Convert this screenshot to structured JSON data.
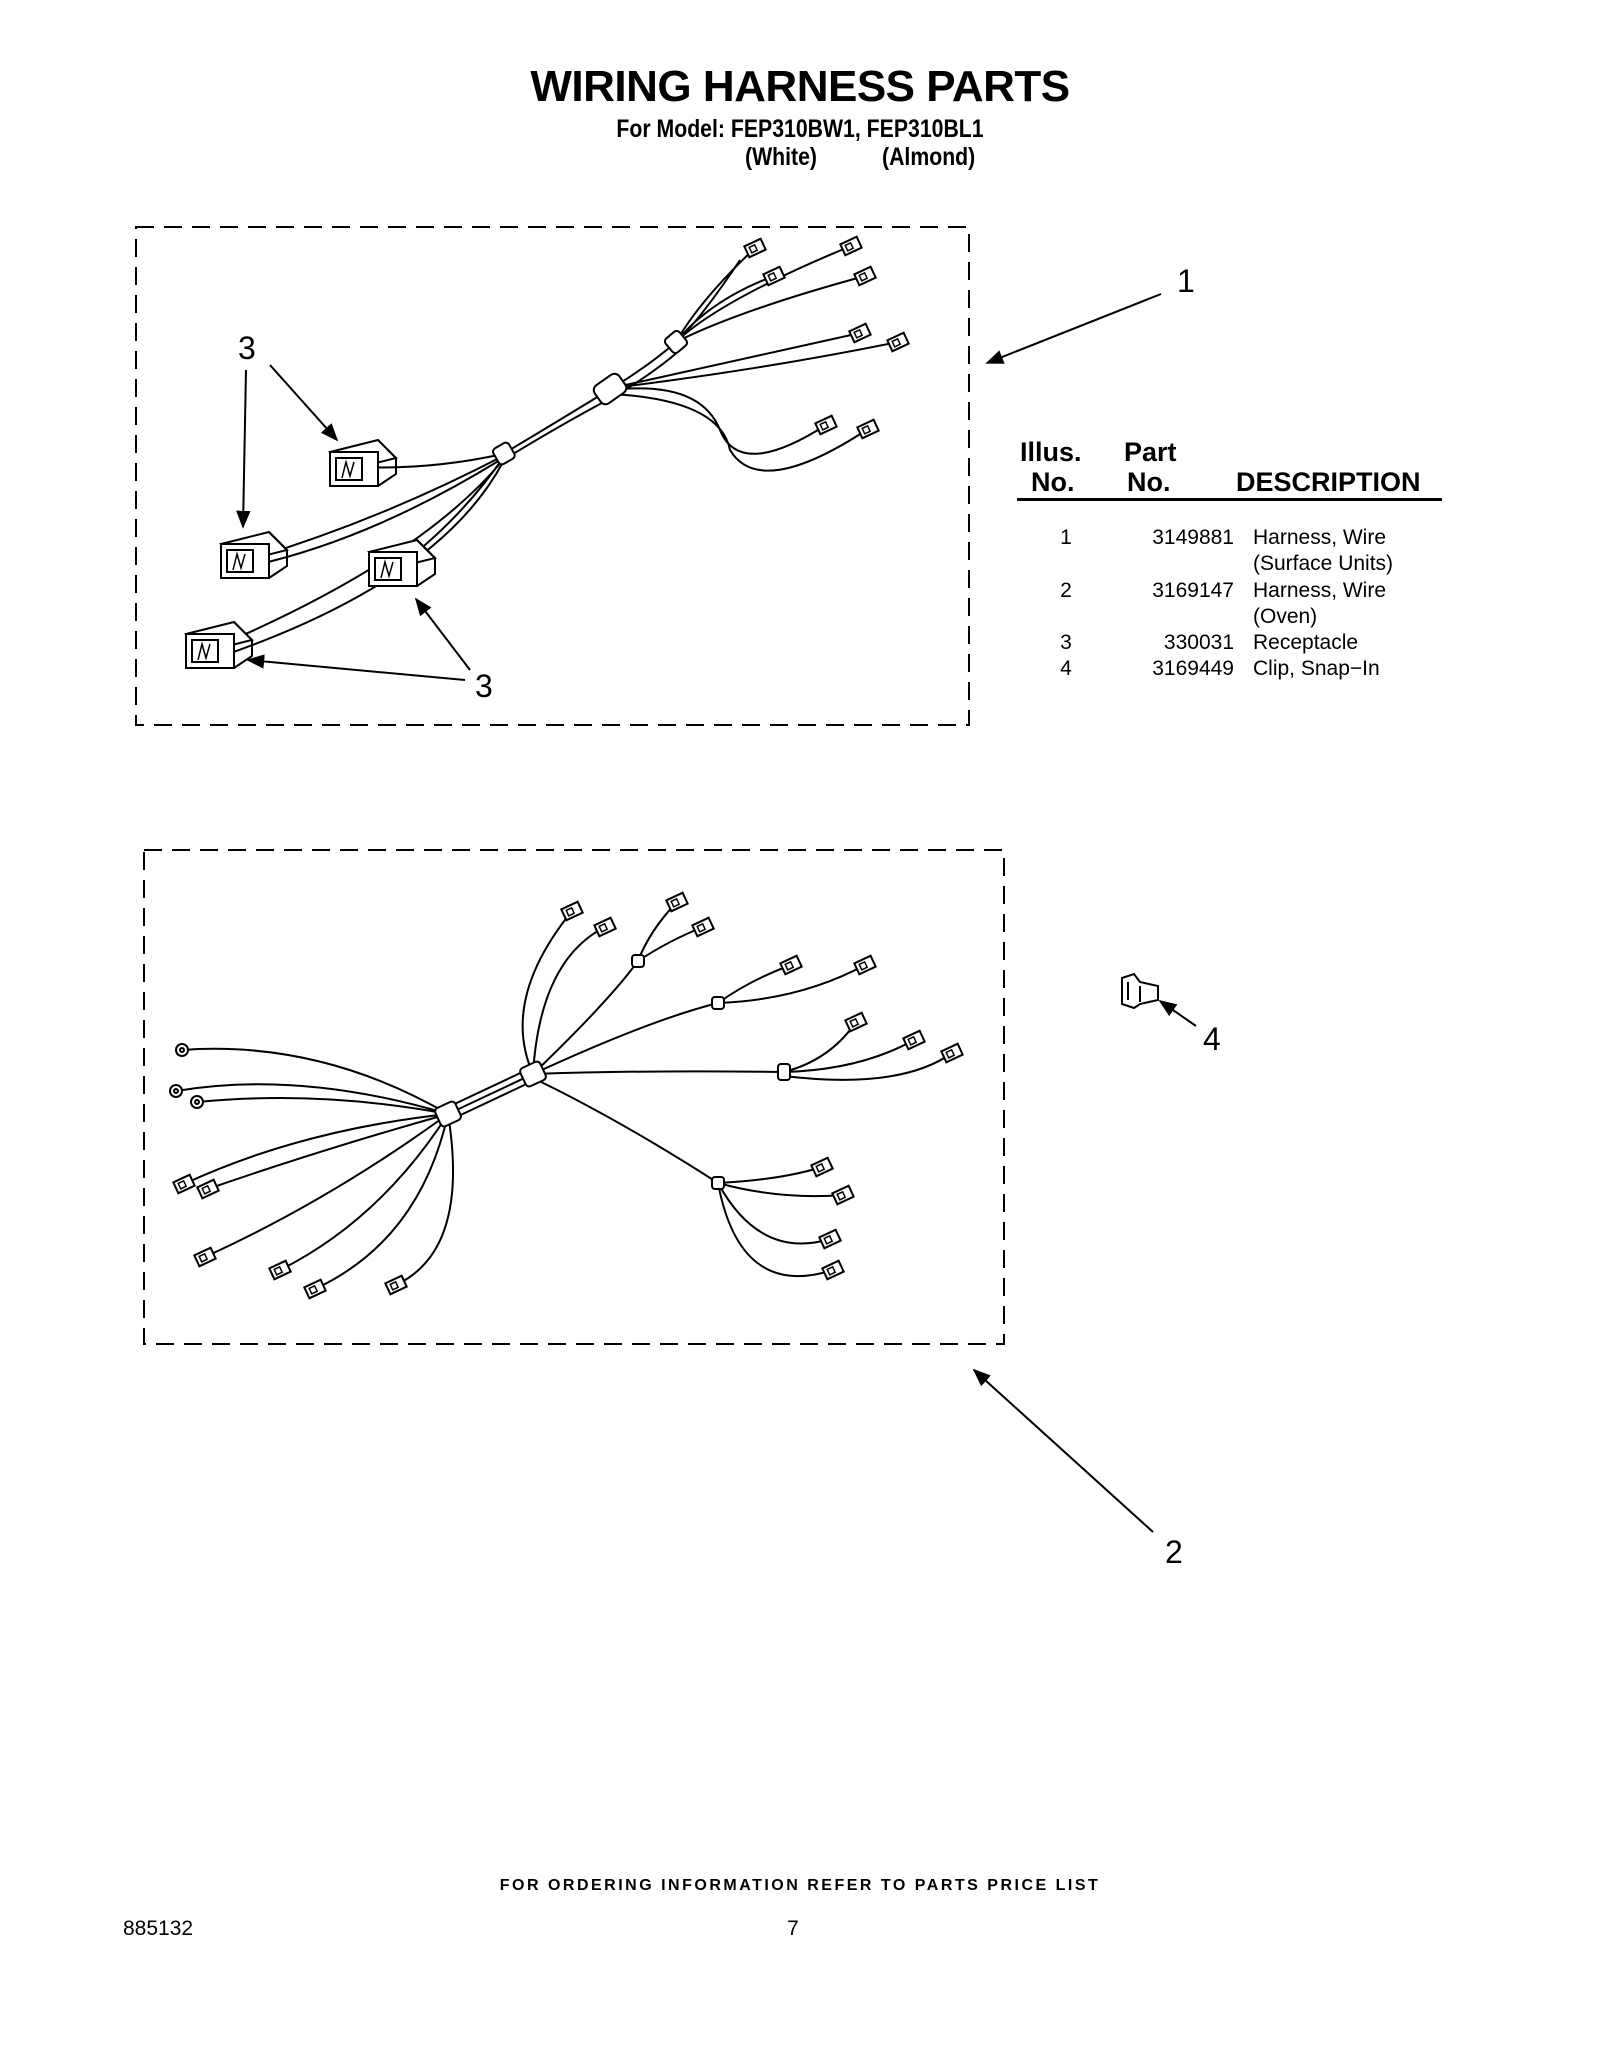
{
  "header": {
    "title": "WIRING HARNESS PARTS",
    "model_line": "For Model: FEP310BW1, FEP310BL1",
    "color_white": "(White)",
    "color_almond": "(Almond)"
  },
  "callouts": {
    "c1": "1",
    "c2": "2",
    "c3a": "3",
    "c3b": "3",
    "c4": "4"
  },
  "table": {
    "headers": {
      "illus_line1": "Illus.",
      "illus_line2": "No.",
      "part_line1": "Part",
      "part_line2": "No.",
      "description": "DESCRIPTION"
    },
    "rows": [
      {
        "illus": "1",
        "part": "3149881",
        "desc": "Harness, Wire",
        "desc2": "(Surface Units)"
      },
      {
        "illus": "2",
        "part": "3169147",
        "desc": "Harness, Wire",
        "desc2": "(Oven)"
      },
      {
        "illus": "3",
        "part": "330031",
        "desc": "Receptacle"
      },
      {
        "illus": "4",
        "part": "3169449",
        "desc": "Clip, Snap−In"
      }
    ]
  },
  "footer": {
    "ordering_note": "FOR ORDERING INFORMATION REFER TO PARTS PRICE LIST",
    "doc_number": "885132",
    "page_number": "7"
  }
}
